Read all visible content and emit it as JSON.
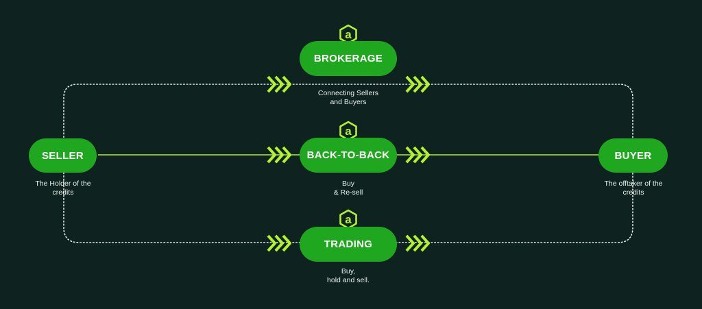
{
  "colors": {
    "background": "#0e2220",
    "pill": "#1fa81f",
    "accent": "#b4f22a",
    "dotted_line": "#e6efe9"
  },
  "icons": {
    "logo": "a-hexagon-icon",
    "chevrons": "triple-chevron-right-icon"
  },
  "nodes": {
    "seller": {
      "label": "SELLER",
      "caption": [
        "The Holder of the",
        "credits"
      ]
    },
    "buyer": {
      "label": "BUYER",
      "caption": [
        "The offtaker of the",
        "credits"
      ]
    },
    "brokerage": {
      "label": "BROKERAGE",
      "caption": [
        "Connecting Sellers",
        "and Buyers"
      ]
    },
    "back_to_back": {
      "label": "BACK-TO-BACK",
      "caption": [
        "Buy",
        "& Re-sell"
      ]
    },
    "trading": {
      "label": "TRADING",
      "caption": [
        "Buy,",
        "hold and sell."
      ]
    }
  },
  "logo_letter": "a"
}
